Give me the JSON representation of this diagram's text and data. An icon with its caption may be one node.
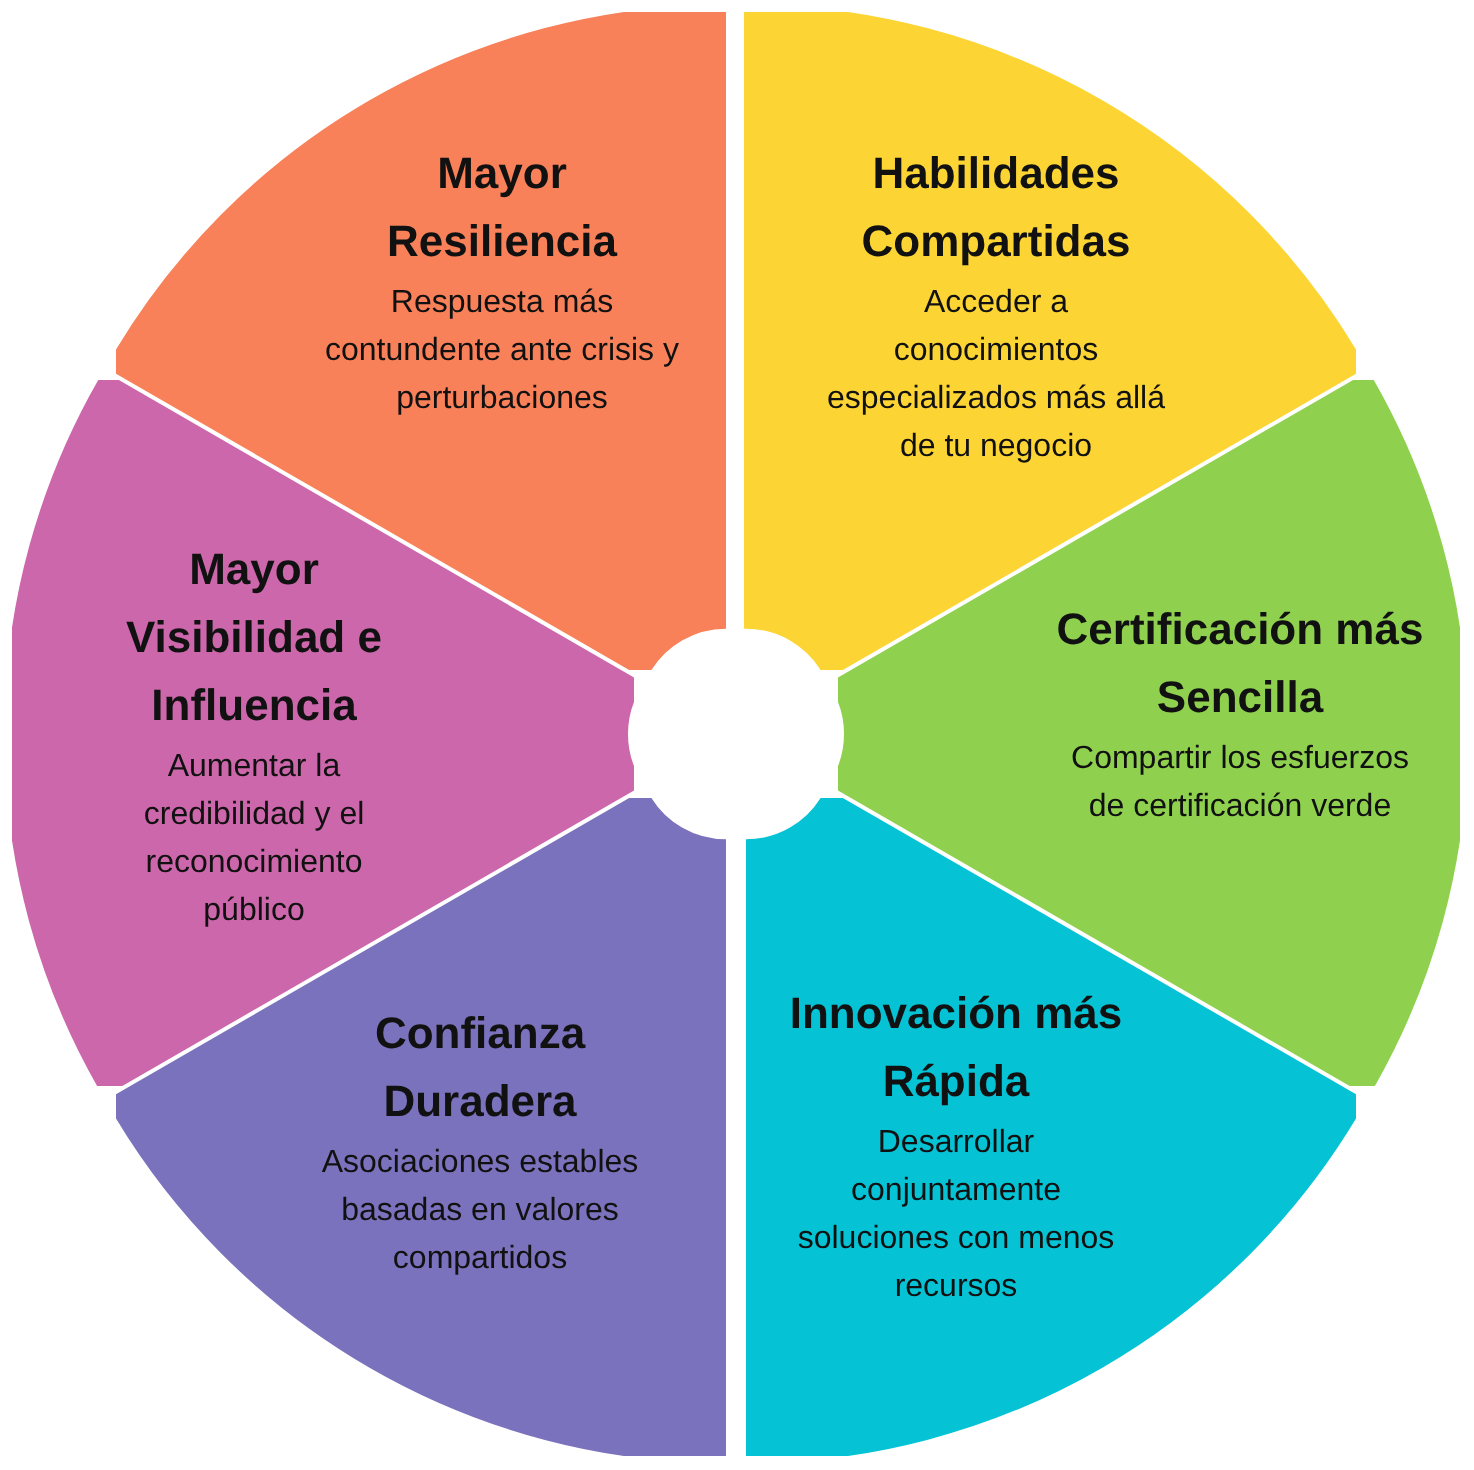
{
  "diagram": {
    "nodes": [
      {
        "text": [
          "Mayor Resiliencia",
          "Respuesta más contundente ante crisis y perturbaciones"
        ]
      },
      {
        "text": [
          "Habilidades Compartidas",
          "Acceder a conocimientos especializados más allá de tu negocio"
        ]
      },
      {
        "text": [
          "Certificación más Sencilla",
          "Compartir los esfuerzos de certificación verde"
        ]
      },
      {
        "text": [
          "Innovación más Rápida",
          "Desarrollar conjuntamente soluciones con menos recursos"
        ]
      },
      {
        "text": [
          "Confianza Duradera",
          "Asociaciones estables basadas en valores compartidos"
        ]
      },
      {
        "text": [
          "Mayor Visibilidad e Influencia",
          "Aumentar la credibilidad y el reconocimiento público"
        ]
      }
    ]
  }
}
